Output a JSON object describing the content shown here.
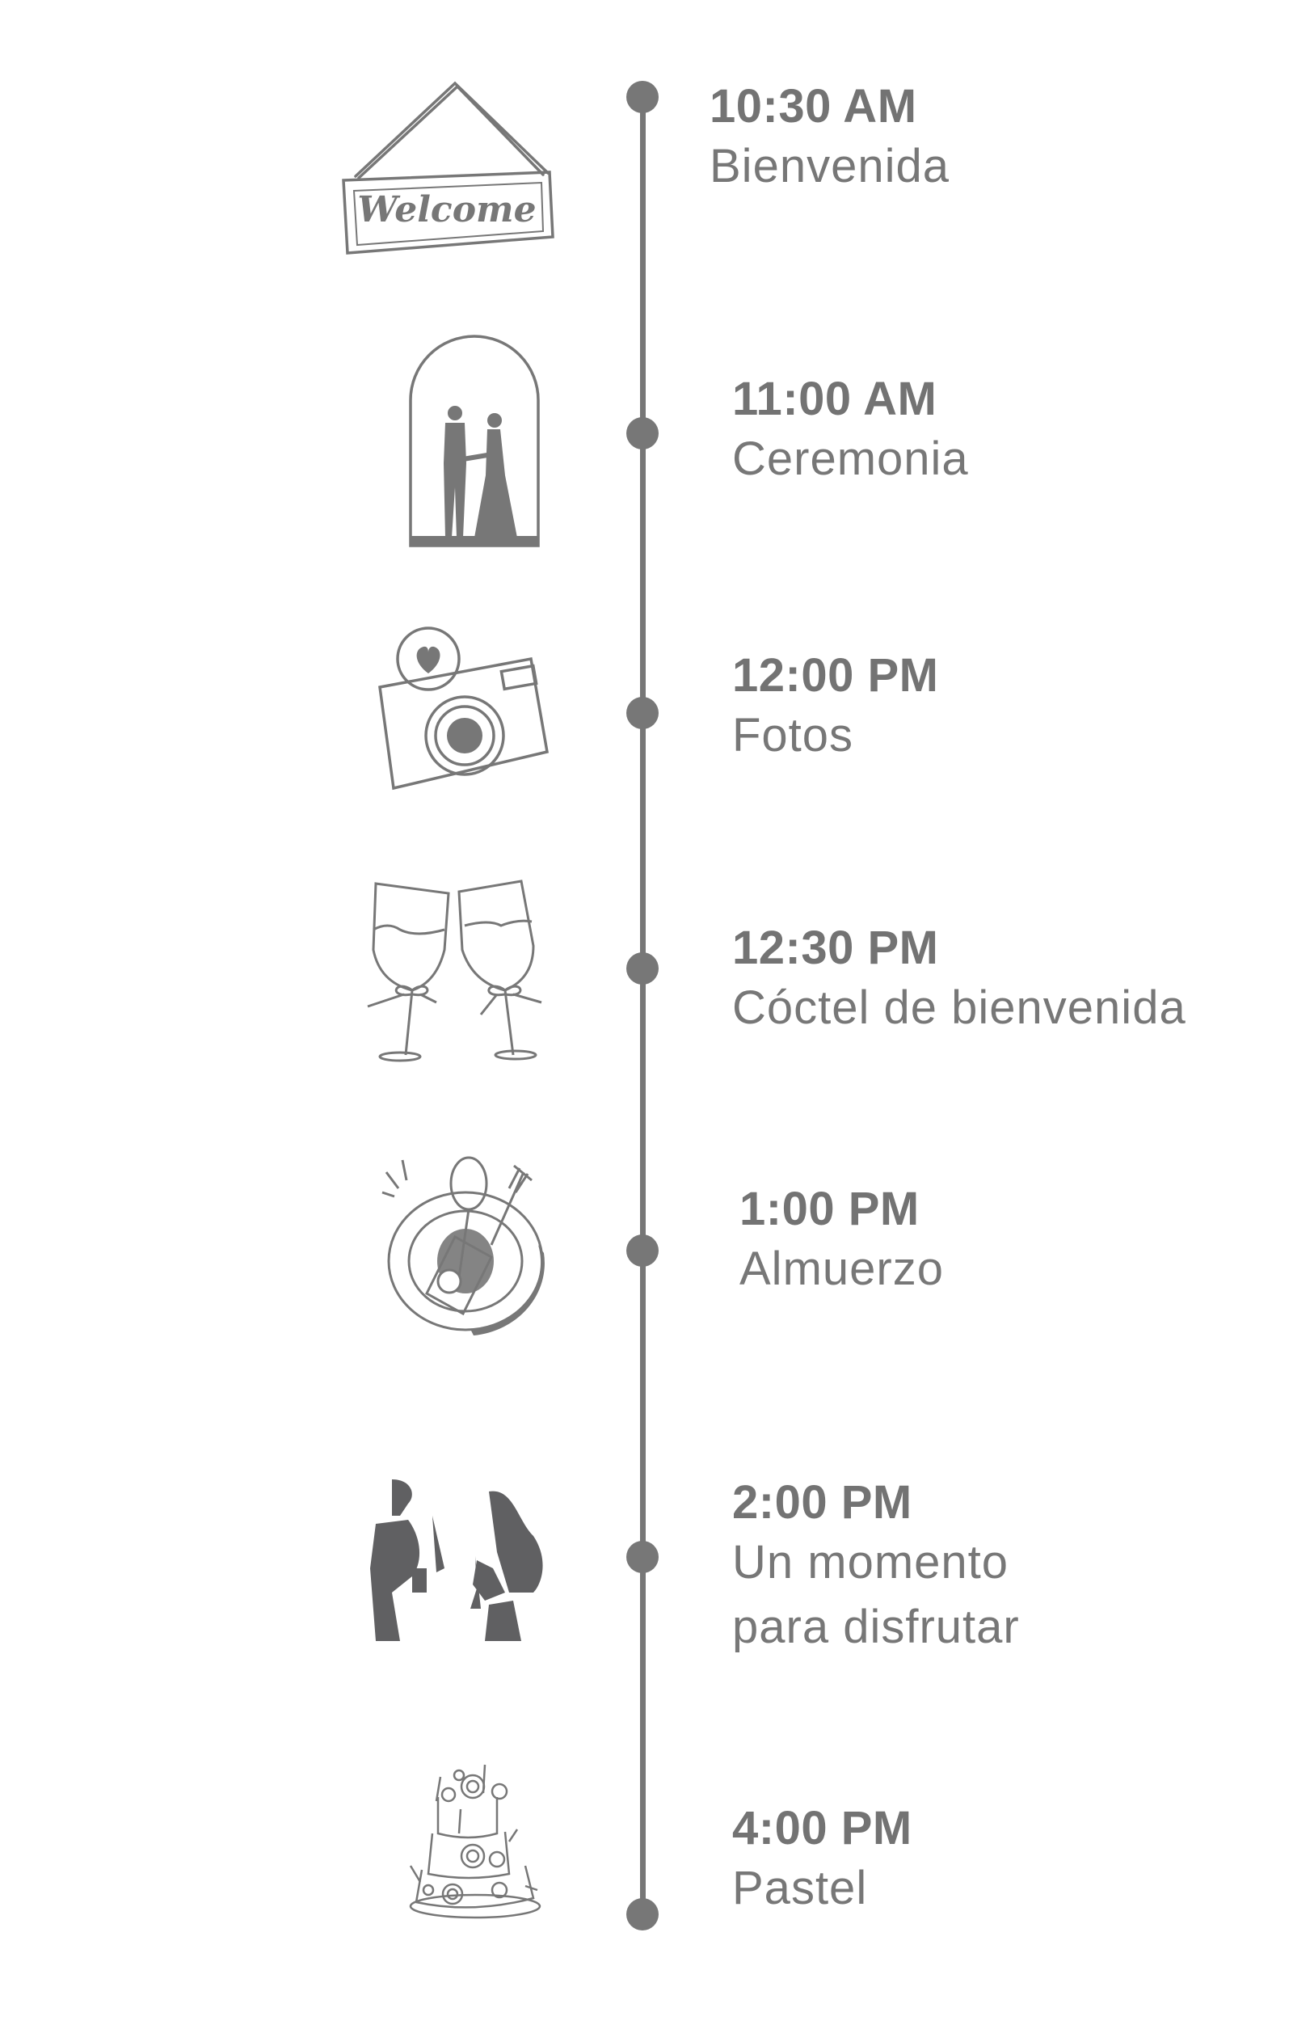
{
  "colors": {
    "line": "#777777",
    "dot": "#777777",
    "text": "#737373",
    "background": "#ffffff"
  },
  "timeline": {
    "items": [
      {
        "time": "10:30 AM",
        "label": "Bienvenida",
        "icon": "welcome-sign-icon"
      },
      {
        "time": "11:00 AM",
        "label": "Ceremonia",
        "icon": "wedding-couple-arch-icon"
      },
      {
        "time": "12:00 PM",
        "label": "Fotos",
        "icon": "camera-heart-icon"
      },
      {
        "time": "12:30 PM",
        "label": "Cóctel de bienvenida",
        "icon": "toasting-glasses-icon"
      },
      {
        "time": "1:00 PM",
        "label": "Almuerzo",
        "icon": "plate-cutlery-icon"
      },
      {
        "time": "2:00 PM",
        "label_line1": "Un momento",
        "label_line2": "para disfrutar",
        "icon": "couple-drinks-icon"
      },
      {
        "time": "4:00 PM",
        "label": "Pastel",
        "icon": "wedding-cake-icon"
      }
    ],
    "welcome_sign_text": "Welcome"
  }
}
